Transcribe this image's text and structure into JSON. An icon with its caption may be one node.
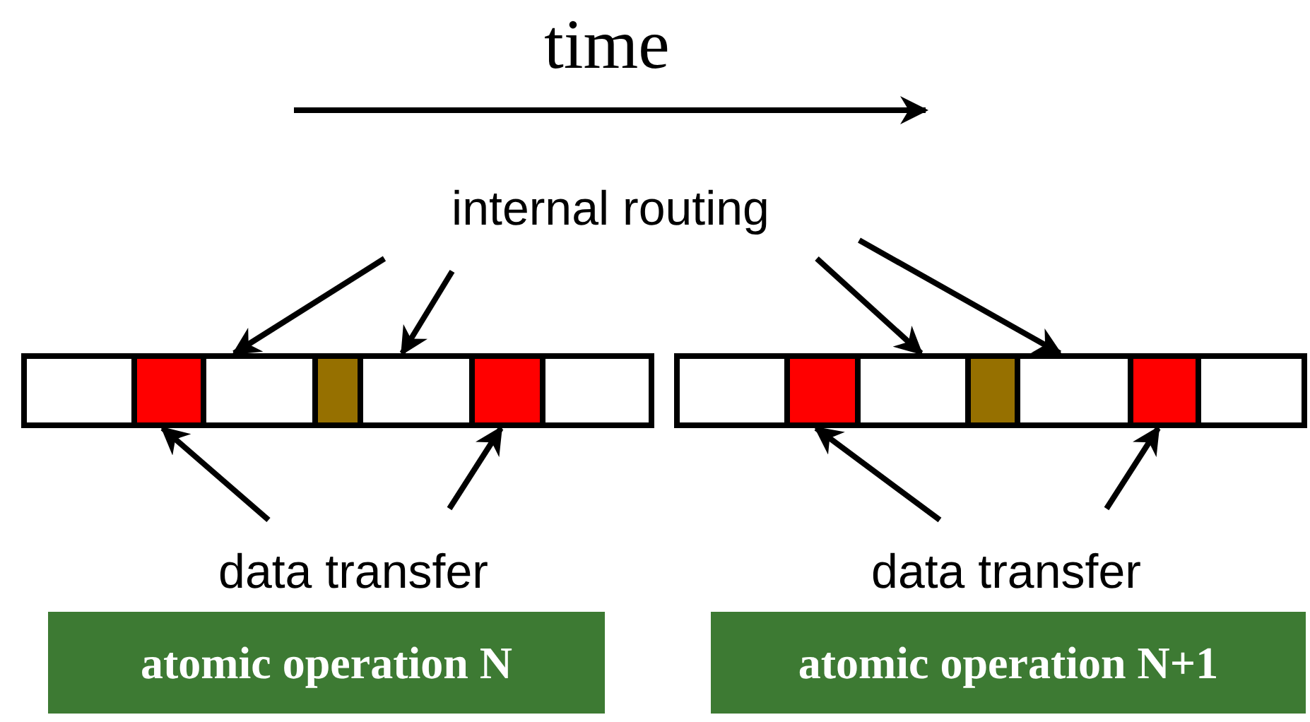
{
  "diagram": {
    "nodes": [
      {
        "text": [
          "internal routing"
        ]
      },
      {
        "text": [],
        "shape": "bar"
      },
      {
        "text": [],
        "shape": "box",
        "in": 1
      },
      {
        "text": [],
        "shape": "box",
        "in": 1
      },
      {
        "text": [],
        "shape": "box",
        "in": 1
      },
      {
        "text": [],
        "shape": "box",
        "in": 1
      },
      {
        "text": [],
        "shape": "box",
        "in": 1
      },
      {
        "text": [],
        "shape": "box",
        "in": 1
      },
      {
        "text": [],
        "shape": "box",
        "in": 1
      },
      {
        "text": [],
        "shape": "bar"
      },
      {
        "text": [],
        "shape": "box",
        "in": 9
      },
      {
        "text": [],
        "shape": "box",
        "in": 9
      },
      {
        "text": [],
        "shape": "box",
        "in": 9
      },
      {
        "text": [],
        "shape": "box",
        "in": 9
      },
      {
        "text": [],
        "shape": "box",
        "in": 9
      },
      {
        "text": [],
        "shape": "box",
        "in": 9
      },
      {
        "text": [],
        "shape": "box",
        "in": 9
      },
      {
        "text": [
          "data transfer"
        ]
      },
      {
        "text": [
          "data transfer"
        ]
      },
      {
        "text": [
          "atomic operation N"
        ]
      },
      {
        "text": [
          "atomic operation N+1"
        ]
      }
    ],
    "edges": [
      {
        "from": 0,
        "to": 4,
        "arrow": "to"
      },
      {
        "from": 0,
        "to": 6,
        "arrow": "to"
      },
      {
        "from": 0,
        "to": 12,
        "arrow": "to"
      },
      {
        "from": 0,
        "to": 14,
        "arrow": "to"
      },
      {
        "from": 17,
        "to": 3,
        "arrow": "to"
      },
      {
        "from": 17,
        "to": 7,
        "arrow": "to"
      },
      {
        "from": 18,
        "to": 11,
        "arrow": "to"
      },
      {
        "from": 18,
        "to": 15,
        "arrow": "to"
      }
    ],
    "labels": [
      "time"
    ]
  }
}
